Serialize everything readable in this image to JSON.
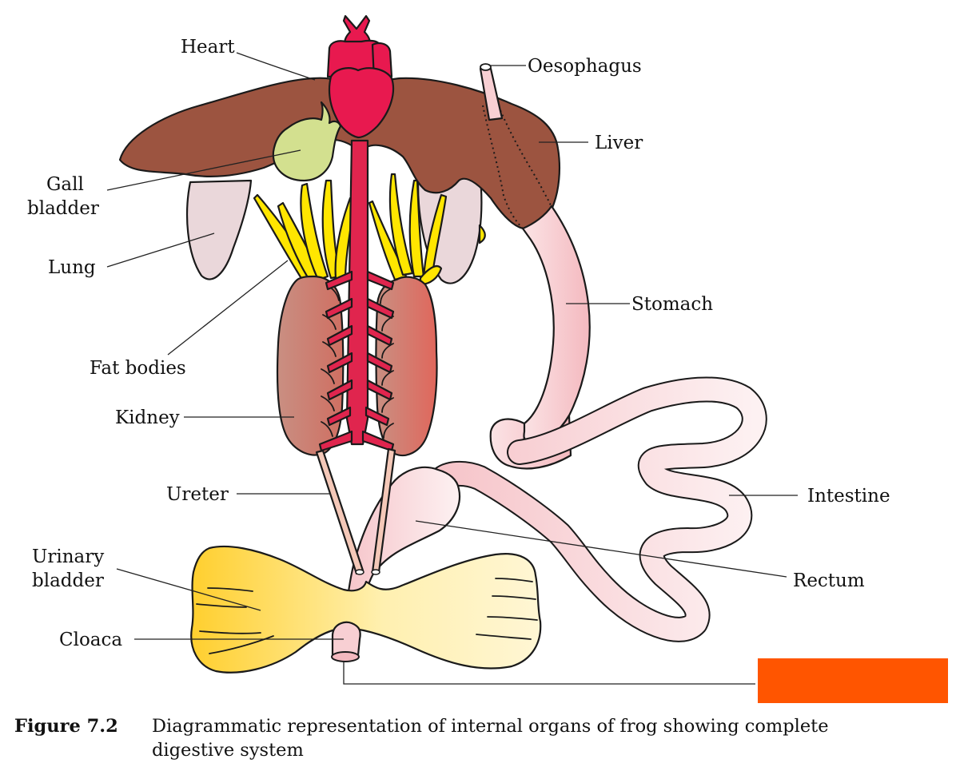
{
  "labels": {
    "heart": "Heart",
    "oesophagus": "Oesophagus",
    "liver": "Liver",
    "gall_bladder_line1": "Gall",
    "gall_bladder_line2": "bladder",
    "lung": "Lung",
    "stomach": "Stomach",
    "fat_bodies": "Fat bodies",
    "kidney": "Kidney",
    "ureter": "Ureter",
    "intestine": "Intestine",
    "urinary_bladder_line1": "Urinary",
    "urinary_bladder_line2": "bladder",
    "rectum": "Rectum",
    "cloaca": "Cloaca"
  },
  "caption": {
    "figure_number": "Figure 7.2",
    "text": "Diagrammatic representation of internal organs of frog showing complete digestive system"
  },
  "colors": {
    "heart": "#e8194f",
    "liver": "#9c5440",
    "gall_bladder": "#d3e08f",
    "lung": "#ead7da",
    "fat_bodies": "#ffe600",
    "kidney": "#cf7668",
    "blood_vessel": "#e0254e",
    "gut": "#f8cfd3",
    "urinary_bladder": "#ffd84a",
    "redaction_box": "#ff5500"
  }
}
